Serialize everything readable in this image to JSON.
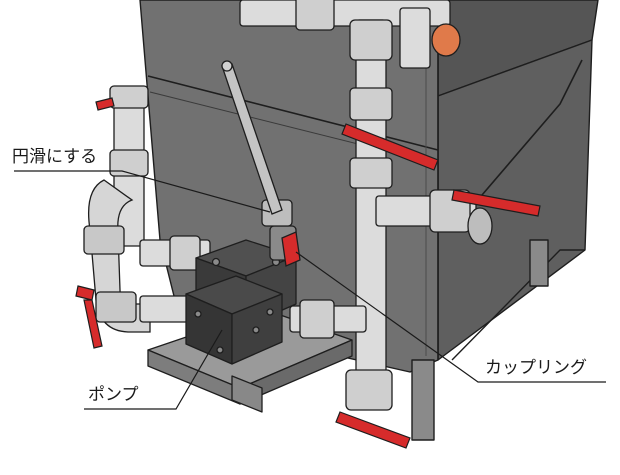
{
  "labels": {
    "smoothing": "円滑にする",
    "coupling": "カップリング",
    "pump": "ポンプ"
  },
  "colors": {
    "cabinet": "#6e6e6e",
    "cabinet_dark": "#4f4f4f",
    "pipe": "#dcdcdc",
    "pipe_shade": "#b5b5b5",
    "pump": "#3c3c3c",
    "valve_handle": "#d62b2b",
    "copper": "#e07a4a",
    "outline": "#1e1e1e"
  }
}
